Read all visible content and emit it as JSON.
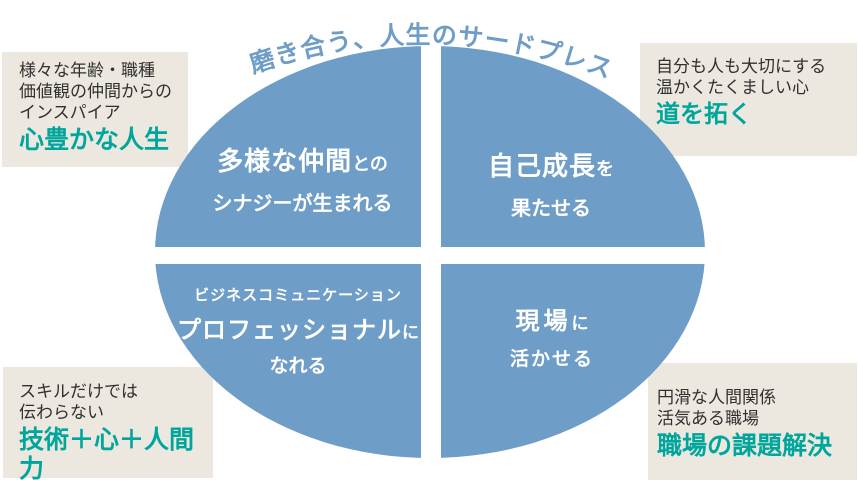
{
  "title": "磨き合う、人生のサードプレス",
  "colors": {
    "ellipse_blue": "#6e9dc7",
    "note_beige": "#ece8df",
    "highlight_teal": "#00a69b",
    "note_text": "#303030",
    "quadrant_text": "#ffffff"
  },
  "quadrants": {
    "top_left": {
      "emphasis": "多様な仲間",
      "particle": "との",
      "sub": "シナジーが生まれる"
    },
    "top_right": {
      "emphasis": "自己成長",
      "particle": "を",
      "sub": "果たせる"
    },
    "bottom_left": {
      "kicker": "ビジネスコミュニケーション",
      "emphasis": "プロフェッショナル",
      "particle": "に",
      "sub": "なれる"
    },
    "bottom_right": {
      "emphasis": "現場",
      "particle": "に",
      "sub": "活かせる"
    }
  },
  "notes": {
    "top_left": {
      "lines": [
        "様々な年齢・職種",
        "価値観の仲間からの",
        "インスパイア"
      ],
      "highlight": "心豊かな人生"
    },
    "top_right": {
      "lines": [
        "自分も人も大切にする",
        "温かくたくましい心"
      ],
      "highlight": "道を拓く"
    },
    "bottom_left": {
      "lines": [
        "スキルだけでは",
        "伝わらない"
      ],
      "highlight": "技術＋心＋人間力"
    },
    "bottom_right": {
      "lines": [
        "円滑な人間関係",
        "活気ある職場"
      ],
      "highlight": "職場の課題解決"
    }
  }
}
